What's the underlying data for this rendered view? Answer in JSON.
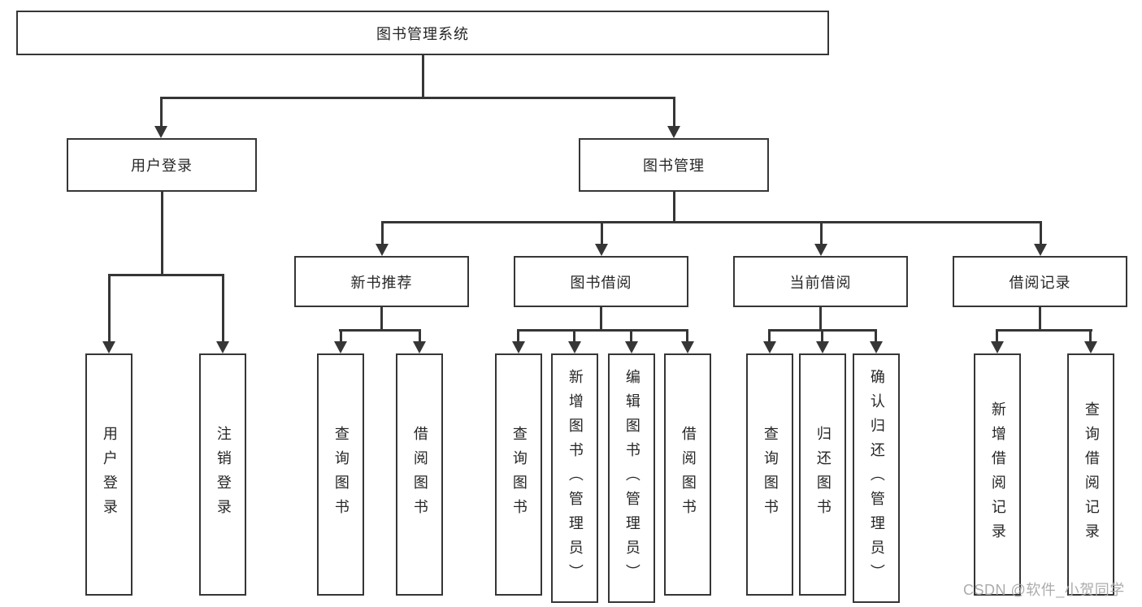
{
  "diagram": {
    "title_node": "图书管理系统",
    "level2": {
      "user_login": "用户登录",
      "book_management": "图书管理"
    },
    "level3": {
      "new_book_recommend": "新书推荐",
      "book_borrow": "图书借阅",
      "current_borrow": "当前借阅",
      "borrow_records": "借阅记录"
    },
    "leaves": {
      "user_login_leaf": "用户登录",
      "logout": "注销登录",
      "nb_search": "查询图书",
      "nb_borrow": "借阅图书",
      "bb_search": "查询图书",
      "bb_add": "新增图书（管理员）",
      "bb_edit": "编辑图书（管理员）",
      "bb_borrow": "借阅图书",
      "cb_search": "查询图书",
      "cb_return": "归还图书",
      "cb_confirm": "确认归还（管理员）",
      "br_add": "新增借阅记录",
      "br_search": "查询借阅记录"
    },
    "watermark": "CSDN @软件_小贺同学",
    "colors": {
      "line": "#363636",
      "box_border": "#363636",
      "text": "#262626",
      "background": "#ffffff",
      "watermark": "#a8a8a8"
    }
  }
}
